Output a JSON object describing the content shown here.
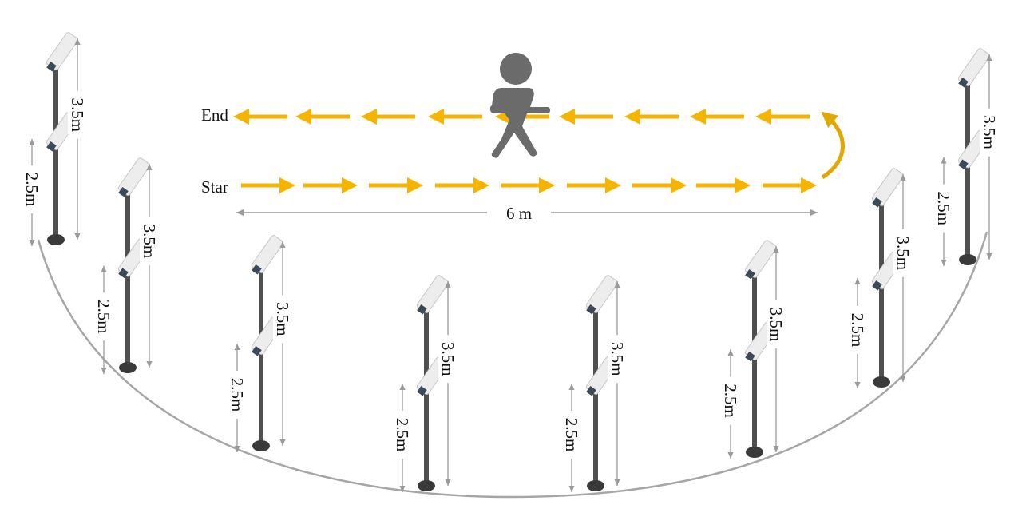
{
  "path": {
    "start_label": "Star",
    "end_label": "End",
    "distance_label": "6 m"
  },
  "pole_labels": {
    "high": "3.5m",
    "low": "2.5m"
  },
  "poles": [
    {
      "id": 1,
      "high_label": "3.5m",
      "low_label": "2.5m"
    },
    {
      "id": 2,
      "high_label": "3.5m",
      "low_label": "2.5m"
    },
    {
      "id": 3,
      "high_label": "3.5m",
      "low_label": "2.5m"
    },
    {
      "id": 4,
      "high_label": "3.5m",
      "low_label": "2.5m"
    },
    {
      "id": 5,
      "high_label": "3.5m",
      "low_label": "2.5m"
    },
    {
      "id": 6,
      "high_label": "3.5m",
      "low_label": "2.5m"
    },
    {
      "id": 7,
      "high_label": "3.5m",
      "low_label": "2.5m"
    },
    {
      "id": 8,
      "high_label": "3.5m",
      "low_label": "2.5m"
    }
  ],
  "colors": {
    "arrow": "#F5B400",
    "arrow_turn": "#E0A800",
    "person": "#6B6B6B",
    "arc": "#A6A6A6",
    "dimension": "#9A9A9A",
    "pole": "#505050",
    "camera_body": "#EDEDED",
    "camera_lens": "#3A4A58"
  },
  "icons": {
    "walker": "walking-person-icon",
    "camera": "camera-icon"
  }
}
